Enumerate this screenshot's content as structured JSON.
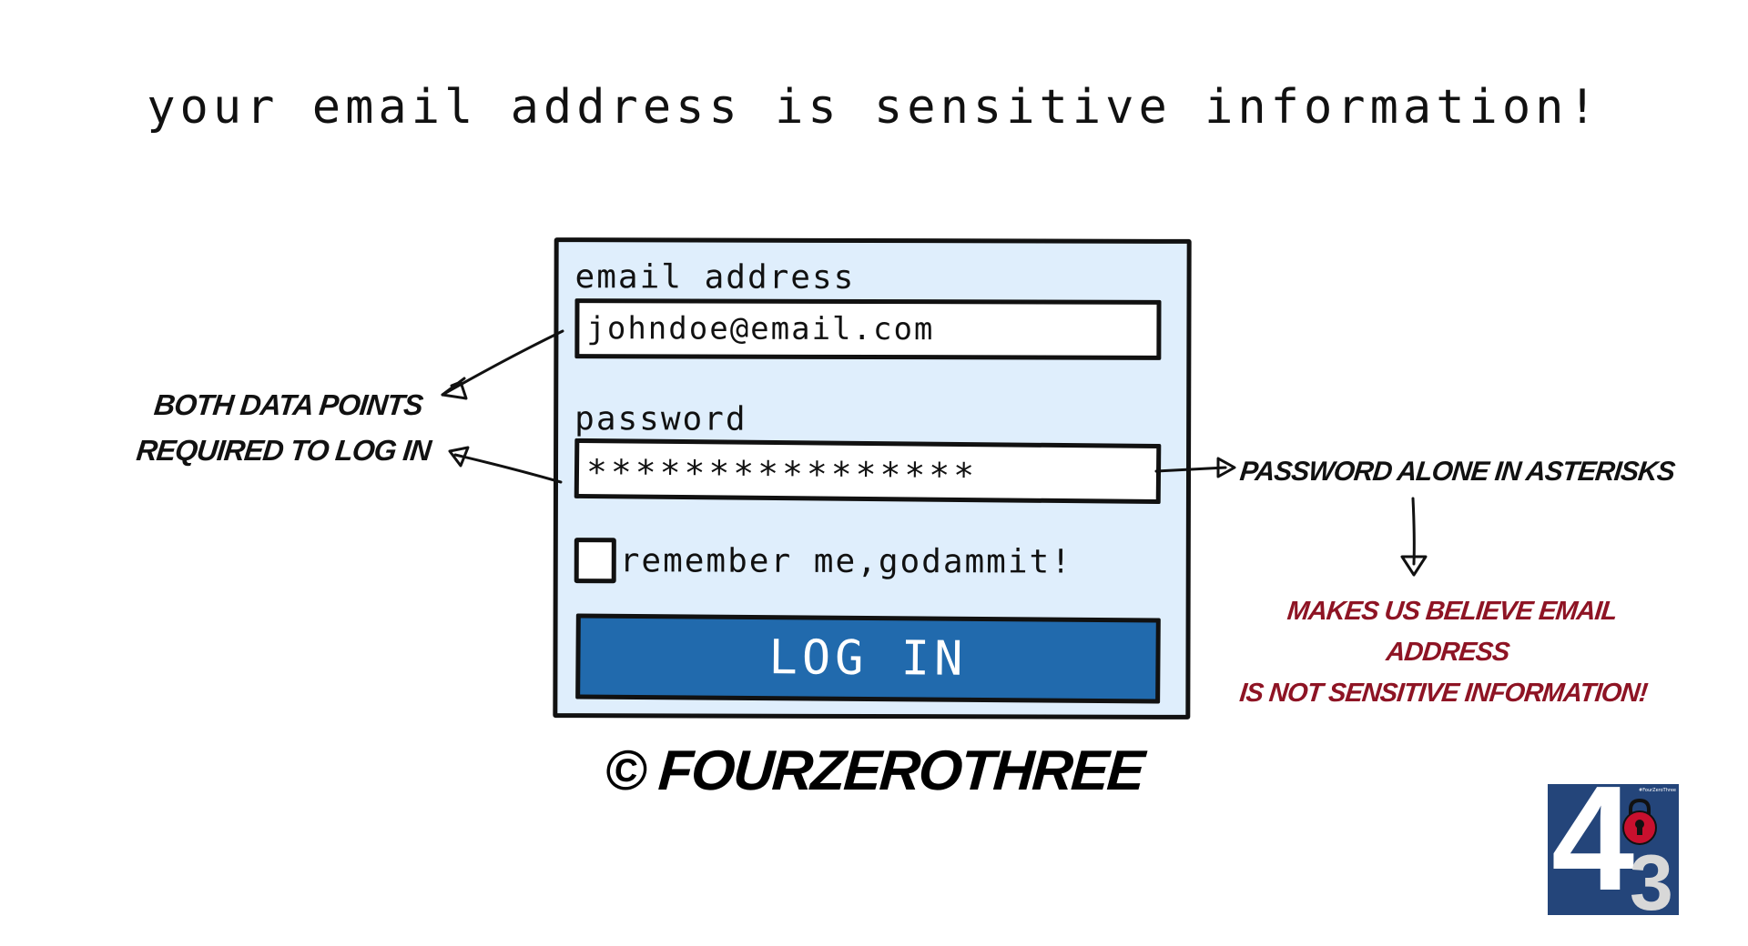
{
  "headline": "your email address is sensitive information!",
  "login_form": {
    "email_label": "email address",
    "email_value": "johndoe@email.com",
    "password_label": "password",
    "password_value": "****************",
    "remember_label": "remember me,godammit!",
    "remember_checked": false,
    "login_button": "LOG IN",
    "background_color": "#dfeefc",
    "button_color": "#216aad"
  },
  "annotations": {
    "left_note_line1": "BOTH DATA POINTS",
    "left_note_line2": "REQUIRED TO LOG IN",
    "right_note": "PASSWORD ALONE IN ASTERISKS",
    "conclusion_line1": "MAKES US BELIEVE EMAIL ADDRESS",
    "conclusion_line2": "IS NOT SENSITIVE INFORMATION!",
    "conclusion_color": "#8e1424"
  },
  "copyright": "© FOURZEROTHREE",
  "logo": {
    "digit_four": "4",
    "digit_three": "3",
    "tag": "#FourZeroThree",
    "background_color": "#24457a",
    "lock_color": "#c8102e",
    "lock_icon": "padlock-icon"
  }
}
